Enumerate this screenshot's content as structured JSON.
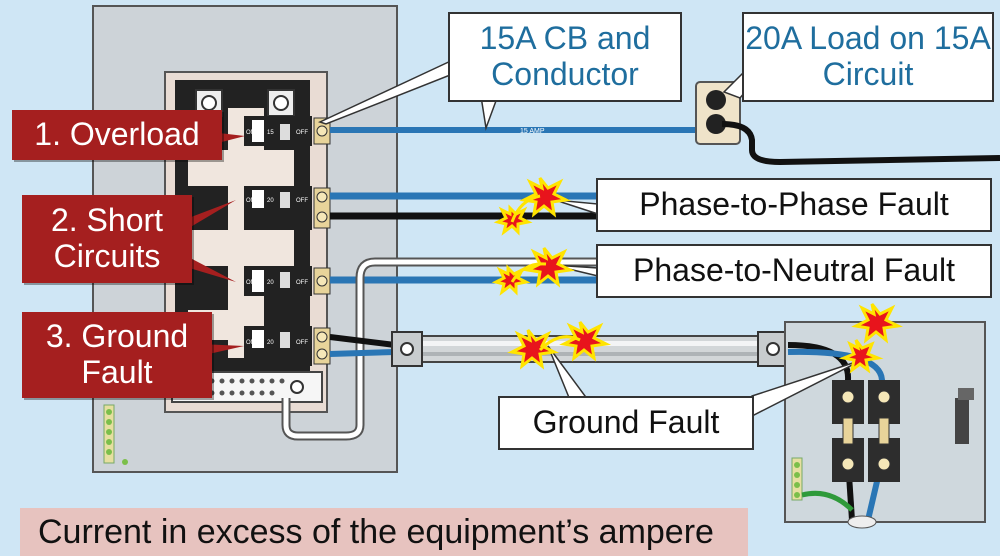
{
  "callouts": {
    "cb_conductor": "15A CB and Conductor",
    "load_on_circuit": "20A Load on 15A Circuit",
    "phase_phase": "Phase-to-Phase Fault",
    "phase_neutral": "Phase-to-Neutral Fault",
    "ground_fault": "Ground Fault"
  },
  "labels": {
    "overload": "1. Overload",
    "short_circuits": "2. Short Circuits",
    "ground_fault": "3. Ground Fault"
  },
  "wire_marking": "15 AMP",
  "breakers": [
    {
      "rating": "15",
      "on": "ON",
      "off": "OFF"
    },
    {
      "rating": "20",
      "on": "ON",
      "off": "OFF"
    },
    {
      "rating": "20",
      "on": "ON",
      "off": "OFF"
    },
    {
      "rating": "20",
      "on": "ON",
      "off": "OFF"
    }
  ],
  "footer": "Current in excess of the equipment’s ampere",
  "colors": {
    "background": "#cfe6f5",
    "label_red": "#a51f1f",
    "callout_blue_text": "#1f6e9e",
    "wire_blue": "#2a76b5",
    "spark_red": "#e8141c",
    "spark_yellow": "#ffe400",
    "footer_bg": "#e7c3bf"
  }
}
